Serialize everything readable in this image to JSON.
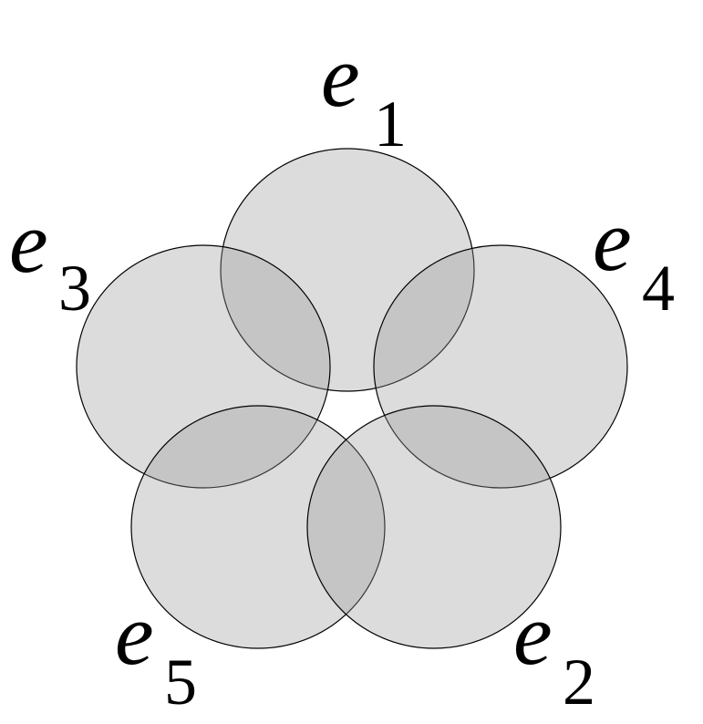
{
  "style": {
    "fill_color": "#9a9a9a",
    "fill_opacity": 0.35,
    "stroke_color": "#000000",
    "background": "#ffffff"
  },
  "sets": [
    {
      "base": "e",
      "sub": "1"
    },
    {
      "base": "e",
      "sub": "2"
    },
    {
      "base": "e",
      "sub": "3"
    },
    {
      "base": "e",
      "sub": "4"
    },
    {
      "base": "e",
      "sub": "5"
    }
  ]
}
